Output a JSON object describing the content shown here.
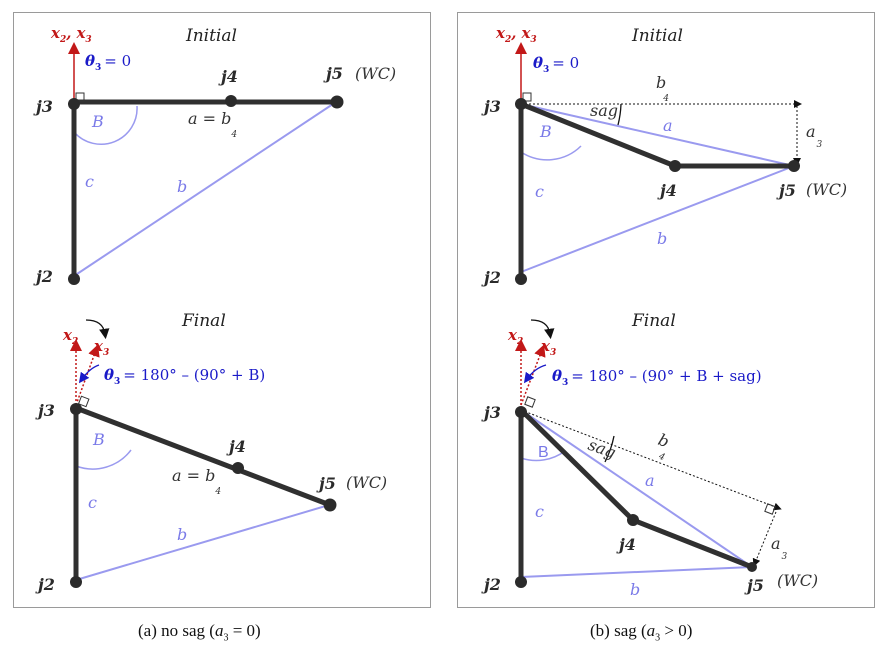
{
  "panels": {
    "a": {
      "caption_prefix": "(a) no sag (",
      "caption_var": "a",
      "caption_sub": "3",
      "caption_suffix": " = 0)",
      "initial_title": "Initial",
      "final_title": "Final",
      "theta_initial": "= 0",
      "theta_final": "= 180° – (90° + B)",
      "side_a": "a = b",
      "side_a_sub": "4"
    },
    "b": {
      "caption_prefix": "(b) sag (",
      "caption_var": "a",
      "caption_sub": "3",
      "caption_suffix": " > 0)",
      "initial_title": "Initial",
      "final_title": "Final",
      "theta_initial": "= 0",
      "theta_final": "= 180° – (90° + B + sag)",
      "sag_label": "sag"
    }
  },
  "labels": {
    "j2": "j2",
    "j3": "j3",
    "j4": "j4",
    "j5": "j5",
    "wc": "(WC)",
    "B": "B",
    "a": "a",
    "b": "b",
    "c": "c",
    "b4": "b",
    "b4_sub": "4",
    "a3": "a",
    "a3_sub": "3",
    "x2": "x",
    "x2_sub": "2",
    "x3": "x",
    "x3_sub": "3",
    "theta": "θ",
    "theta_sub": "3",
    "comma": ","
  },
  "colors": {
    "link": "#303030",
    "triangle": "#9a9aef",
    "axis_red": "#c21818",
    "theta_blue": "#1a1ac8",
    "joint": "#2b2b2b"
  }
}
